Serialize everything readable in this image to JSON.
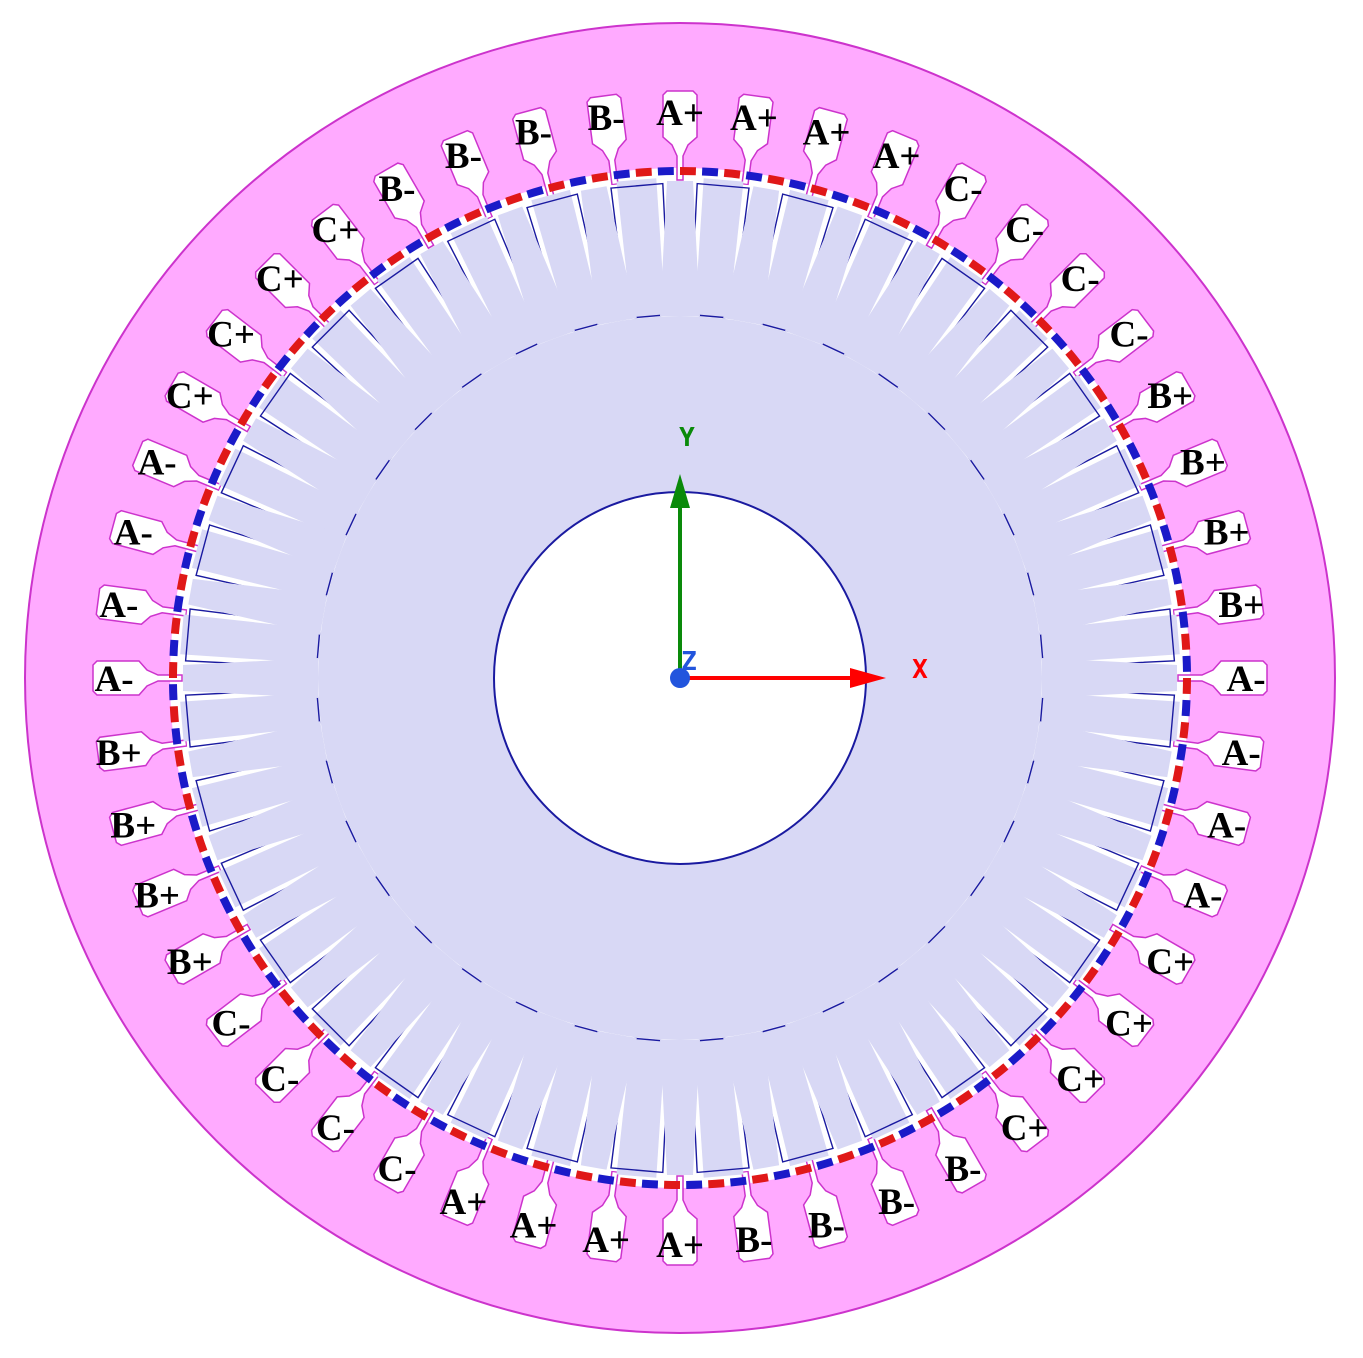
{
  "colors": {
    "stator": "#ffaaff",
    "stator_outline": "#cc33cc",
    "rotor": "#d8d8f5",
    "rotor_outline": "#1a1aa0",
    "magnet_a": "#e01818",
    "magnet_b": "#1a1ac8",
    "x_axis": "#ff0000",
    "y_axis": "#0a8a0a",
    "z_axis": "#2255dd"
  },
  "axes": {
    "x": "X",
    "y": "Y",
    "z": "Z"
  },
  "stator_slot_labels": [
    "A+",
    "A+",
    "A+",
    "A+",
    "C-",
    "C-",
    "C-",
    "C-",
    "B+",
    "B+",
    "B+",
    "B+",
    "A-",
    "A-",
    "A-",
    "A-",
    "C+",
    "C+",
    "C+",
    "C+",
    "B-",
    "B-",
    "B-",
    "B-",
    "A+",
    "A+",
    "A+",
    "A+",
    "C-",
    "C-",
    "C-",
    "C-",
    "B+",
    "B+",
    "B+",
    "B+",
    "A-",
    "A-",
    "A-",
    "A-",
    "C+",
    "C+",
    "C+",
    "C+",
    "B-",
    "B-",
    "B-",
    "B-"
  ],
  "rotor_bar_count": 36
}
